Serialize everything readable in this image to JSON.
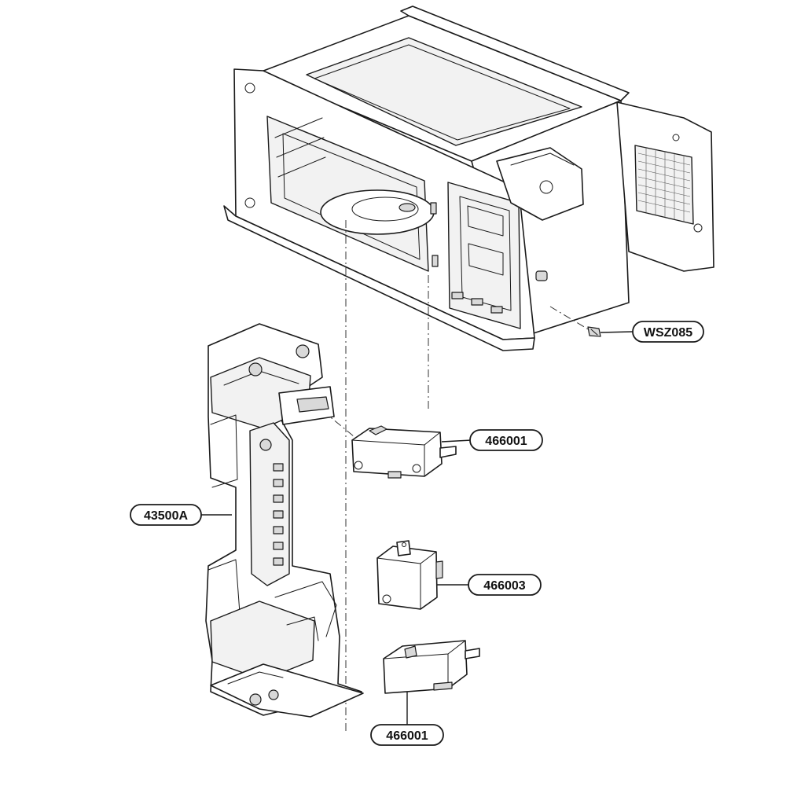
{
  "diagram": {
    "type": "exploded-parts-view",
    "subject": "microwave oven cavity and door latch assembly",
    "colors": {
      "line": "#1a1a1a",
      "fill": "#ffffff",
      "shade": "#d9d9d9"
    },
    "parts": [
      {
        "id": "screw",
        "label": "WSZ085"
      },
      {
        "id": "switch-top",
        "label": "466001"
      },
      {
        "id": "latch-board",
        "label": "43500A"
      },
      {
        "id": "switch-middle",
        "label": "466003"
      },
      {
        "id": "switch-bottom",
        "label": "466001"
      }
    ]
  }
}
